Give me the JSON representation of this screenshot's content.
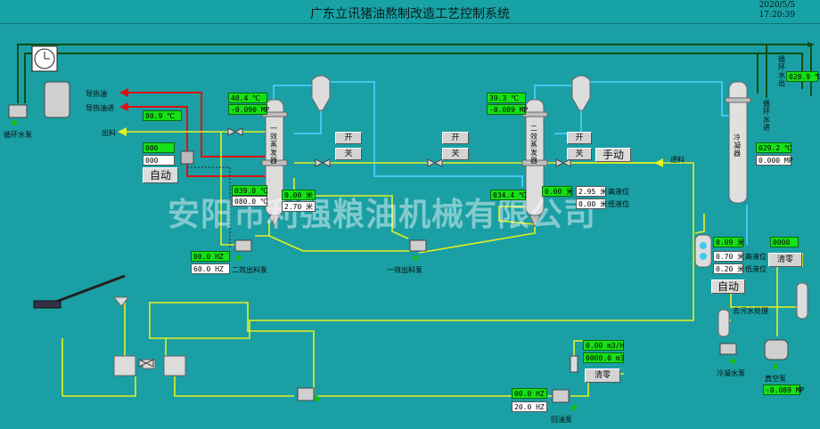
{
  "header": {
    "title": "广东立讯猪油熬制改造工艺控制系统",
    "date": "2020/5/5",
    "time": "17:20:39"
  },
  "watermark": "安阳市利强粮油机械有限公司",
  "pipes": {
    "hot_oil": "导热油",
    "hot_oil_in": "导热油进",
    "discharge": "出料",
    "feed": "进料",
    "cond_water_out": "循环水出",
    "cond_water_in": "循环水进",
    "to_sewage": "去污水处理"
  },
  "equipment": {
    "circ_pump": "循环水泵",
    "evap1": "一效蒸发器",
    "evap2": "二效蒸发器",
    "condenser": "冷凝器",
    "pump_discharge2": "二效出料泵",
    "pump_discharge1": "一效出料泵",
    "cond_pump": "冷凝水泵",
    "vacuum_pump": "真空泵",
    "reflux_pump": "回油泵"
  },
  "values": {
    "hot_oil_temp": "80.9 ℃",
    "valve_open_pct": "000",
    "valve_set": "000",
    "evap1_top_temp": "40.4 ℃",
    "evap1_top_press": "-0.090 MP",
    "evap2_top_temp": "39.3 ℃",
    "evap2_top_press": "-0.089 MP",
    "evap1_bot_temp": "039.0 ℃",
    "evap1_bot_set": "080.0 ℃",
    "evap1_level": "0.00 米",
    "evap1_level_set": "2.70 米",
    "evap2_bot_temp": "034.4 ℃",
    "evap2_level": "0.00 米",
    "evap2_high_level": "2.95 米",
    "evap2_low_level": "0.00 米",
    "pump2_freq": "00.0 HZ",
    "pump2_set": "60.0 HZ",
    "cw_out_temp": "028.9 ℃",
    "cond_temp": "029.2 ℃",
    "cond_press": "0.000 MP",
    "rx_level": "0.09 米",
    "rx_high": "0.70 米",
    "rx_low": "0.20 米",
    "counter": "0000",
    "flow_rate": "0.00 m3/H",
    "flow_total": "0000.0 m3",
    "reflux_freq": "00.0 HZ",
    "reflux_set": "20.0 HZ",
    "vacuum_press": "-0.089 MP"
  },
  "labels": {
    "high_level": "高液位",
    "low_level": "低液位"
  },
  "buttons": {
    "auto": "自动",
    "open": "开",
    "close": "关",
    "manual": "手动",
    "reset": "清零"
  },
  "colors": {
    "background": "#1a9fa4",
    "pipe_yellow": "#e8f020",
    "pipe_red": "#e01010",
    "pipe_cyan": "#40c8f0",
    "pipe_green": "#105a10",
    "indicator": "#16e016"
  }
}
